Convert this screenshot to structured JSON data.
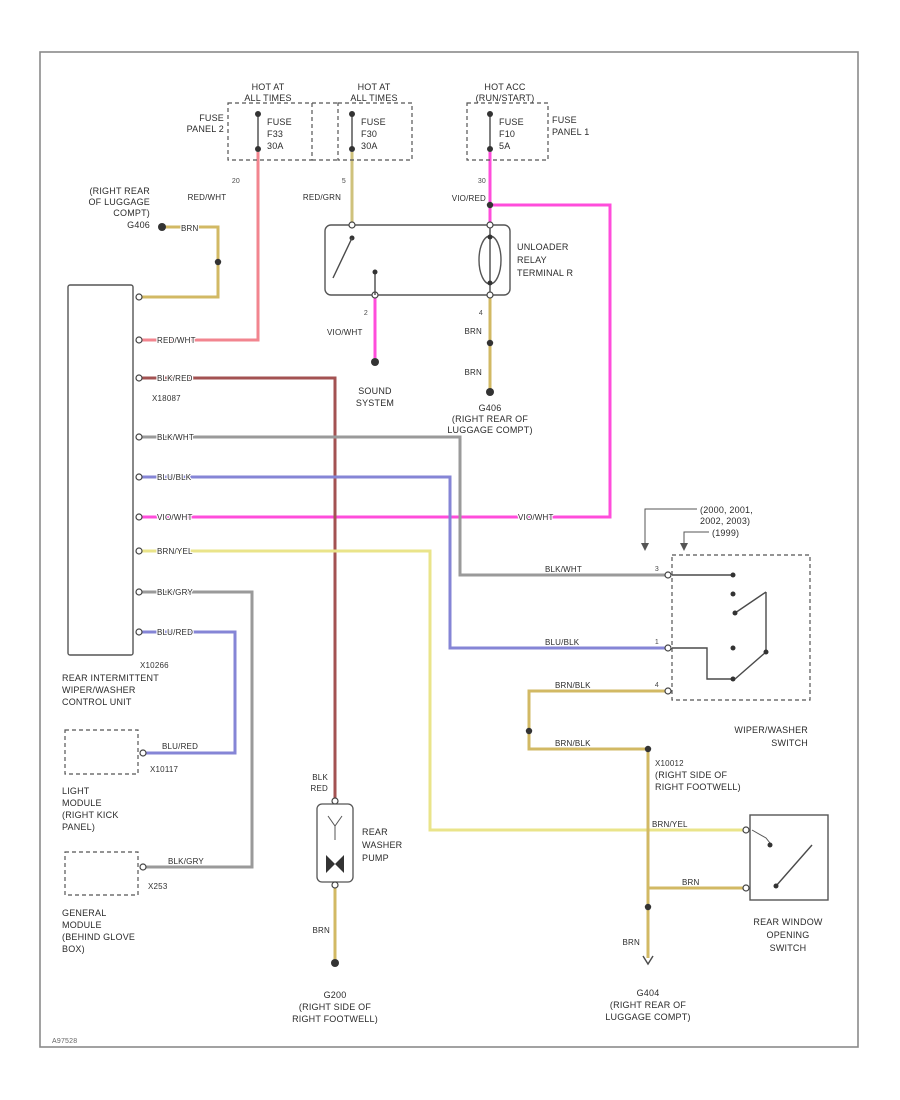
{
  "meta": {
    "doc_id": "A97528"
  },
  "colors": {
    "brn": "#d2b964",
    "red_wht": "#f2858f",
    "blk_red": "#a35252",
    "gray": "#9a9a9a",
    "blue": "#8585d6",
    "vio": "#ff4ddb",
    "yel": "#eae48a",
    "olive": "#cfc27c",
    "line": "#4a4a4a"
  },
  "ground_tl": {
    "l1": "(RIGHT REAR",
    "l2": "OF LUGGAGE",
    "l3": "COMPT)",
    "l4": "G406",
    "wire": "BRN"
  },
  "fuse1": {
    "hot1": "HOT AT",
    "hot2": "ALL TIMES",
    "side1": "FUSE",
    "side2": "PANEL 2",
    "f1": "FUSE",
    "f2": "F33",
    "f3": "30A",
    "gauge": "20",
    "wire": "RED/WHT"
  },
  "fuse2": {
    "hot1": "HOT AT",
    "hot2": "ALL TIMES",
    "f1": "FUSE",
    "f2": "F30",
    "f3": "30A",
    "gauge": "5",
    "wire": "RED/GRN"
  },
  "fuse3": {
    "hot1": "HOT ACC",
    "hot2": "(RUN/START)",
    "side1": "FUSE",
    "side2": "PANEL 1",
    "f1": "FUSE",
    "f2": "F10",
    "f3": "5A",
    "gauge": "30",
    "wire": "VIO/RED"
  },
  "relay": {
    "l1": "UNLOADER",
    "l2": "RELAY",
    "l3": "TERMINAL R",
    "coil_wire": "VIO/WHT",
    "pin2": "2",
    "pin4": "4",
    "gnd_wire": "BRN",
    "g1": "G406",
    "g2": "(RIGHT REAR OF",
    "g3": "LUGGAGE COMPT)"
  },
  "sound": {
    "l1": "SOUND",
    "l2": "SYSTEM"
  },
  "unit": {
    "l1": "REAR INTERMITTENT",
    "l2": "WIPER/WASHER",
    "l3": "CONTROL UNIT",
    "conn3": "X18087",
    "conn9": "X10266",
    "w1": "BRN",
    "w2": "RED/WHT",
    "w3": "BLK/RED",
    "w4": "BLK/WHT",
    "w5": "BLU/BLK",
    "w6": "VIO/WHT",
    "w7": "BRN/YEL",
    "w8": "BLK/GRY",
    "w9": "BLU/RED"
  },
  "light_module": {
    "l1": "LIGHT",
    "l2": "MODULE",
    "l3": "(RIGHT KICK",
    "l4": "PANEL)",
    "conn": "X10117"
  },
  "general_module": {
    "l1": "GENERAL",
    "l2": "MODULE",
    "l3": "(BEHIND GLOVE",
    "l4": "BOX)",
    "conn": "X253"
  },
  "pump": {
    "wt1": "BLK",
    "wt2": "RED",
    "l1": "REAR",
    "l2": "WASHER",
    "l3": "PUMP",
    "wb": "BRN",
    "g1": "G200",
    "g2": "(RIGHT SIDE OF",
    "g3": "RIGHT FOOTWELL)"
  },
  "wiper_switch": {
    "y1": "(2000, 2001,",
    "y2": "2002, 2003)",
    "y3": "(1999)",
    "l1": "WIPER/WASHER",
    "l2": "SWITCH",
    "c1": "X10012",
    "c2": "(RIGHT SIDE OF",
    "c3": "RIGHT FOOTWELL)",
    "gw": "BRN/BLK",
    "p1": "3",
    "p2": "1",
    "p3": "4"
  },
  "rear_switch": {
    "l1": "REAR WINDOW",
    "l2": "OPENING",
    "l3": "SWITCH",
    "wb": "BRN",
    "g1": "G404",
    "g2": "(RIGHT REAR OF",
    "g3": "LUGGAGE COMPT)"
  }
}
